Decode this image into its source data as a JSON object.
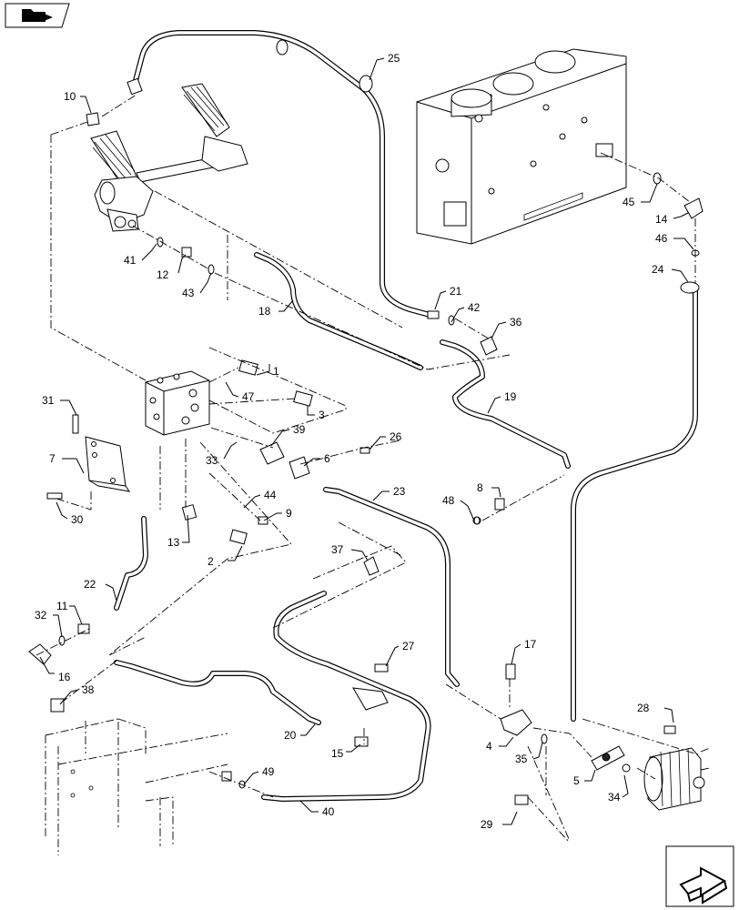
{
  "callouts": [
    "1",
    "2",
    "3",
    "4",
    "5",
    "6",
    "7",
    "8",
    "9",
    "10",
    "11",
    "12",
    "13",
    "14",
    "15",
    "16",
    "17",
    "18",
    "19",
    "20",
    "21",
    "22",
    "23",
    "24",
    "25",
    "26",
    "27",
    "28",
    "29",
    "30",
    "31",
    "32",
    "33",
    "34",
    "35",
    "36",
    "37",
    "38",
    "39",
    "40",
    "41",
    "42",
    "43",
    "44",
    "45",
    "46",
    "47",
    "48",
    "49"
  ],
  "icons": {
    "top_left": "folder-arrow-icon",
    "bottom_right": "next-page-arrow-icon"
  }
}
